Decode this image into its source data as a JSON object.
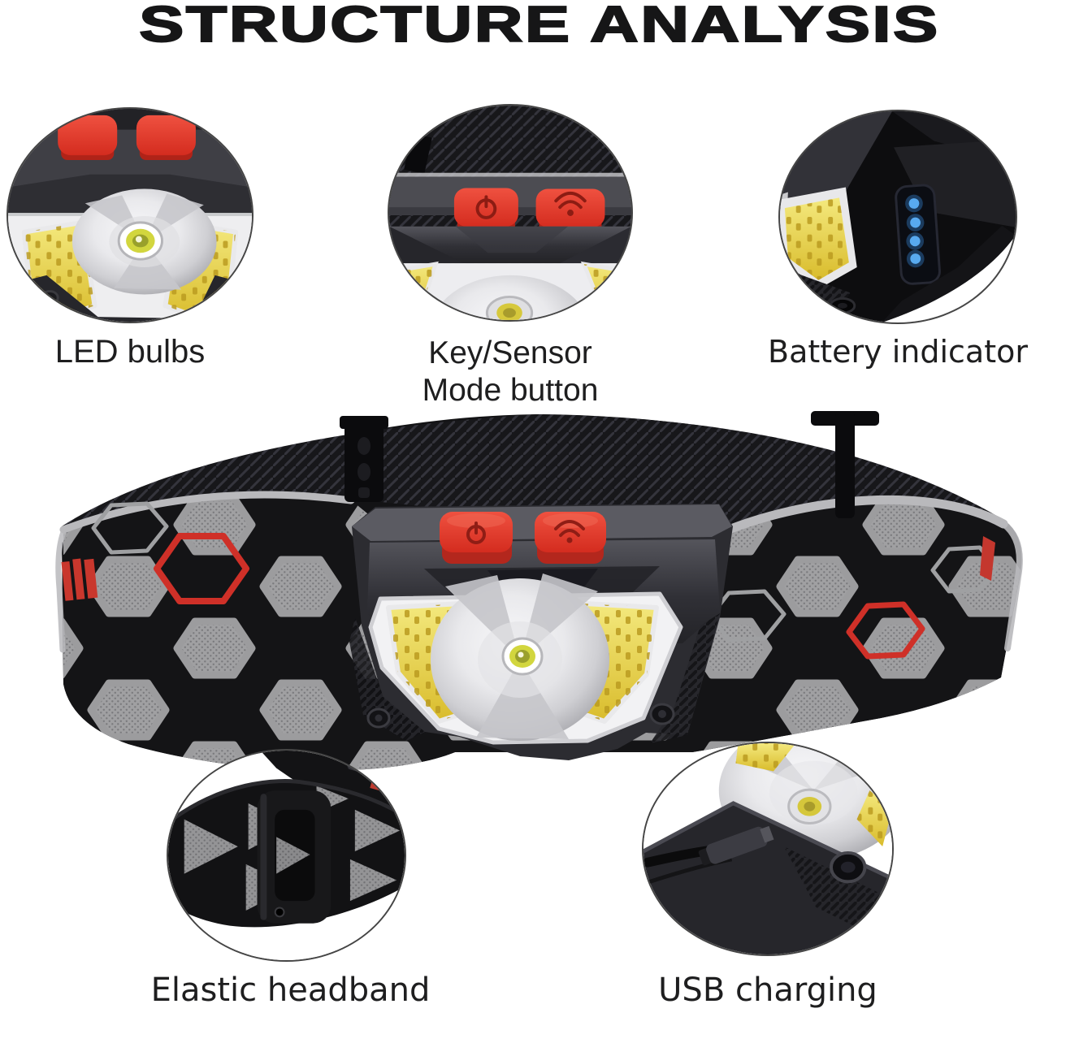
{
  "title": "STRUCTURE ANALYSIS",
  "callouts": {
    "led_bulbs": {
      "label": "LED bulbs"
    },
    "key_sensor_mode_button": {
      "label_line1": "Key/Sensor",
      "label_line2": "Mode button"
    },
    "battery_indicator": {
      "label": "Battery indicator",
      "led_count": 4
    },
    "elastic_headband": {
      "label": "Elastic headband"
    },
    "usb_charging": {
      "label": "USB charging"
    }
  },
  "icons": {
    "power_button": "power-icon",
    "sensor_mode_button": "hand-wave-icon"
  },
  "colors": {
    "background": "#ffffff",
    "text": "#1e1e1f",
    "button_red": "#e23a2a",
    "cob_yellow": "#e7d24a",
    "battery_led_blue": "#58aaf0",
    "headband_accent_red": "#cf3028"
  }
}
